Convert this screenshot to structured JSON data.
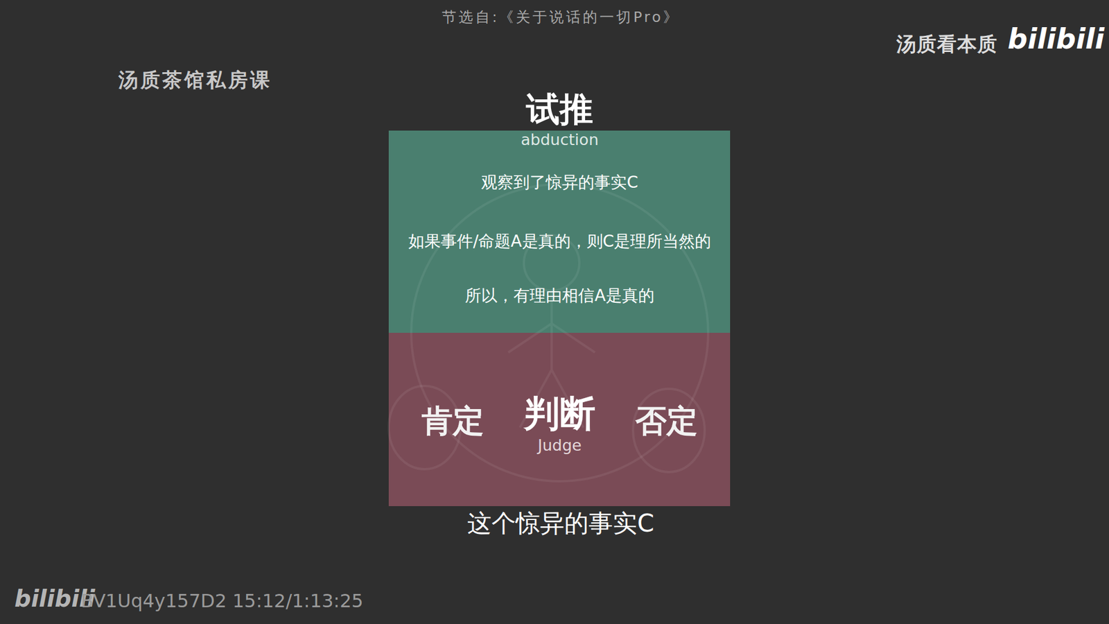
{
  "diagram": {
    "nodes": [
      {
        "text": [
          "试推",
          "abduction",
          "观察到了惊异的事实C",
          "如果事件/命题A是真的，则C是理所当然的",
          "所以，有理由相信A是真的"
        ]
      },
      {
        "text": [
          "肯定",
          "判断",
          "Judge",
          "否定"
        ]
      }
    ],
    "labels": [
      "节选自:《关于说话的一切Pro》",
      "汤质看本质",
      "bilibili",
      "汤质茶馆私房课",
      "这个惊异的事实C",
      "bilibili",
      "BV1Uq4y157D2 15:12/1:13:25"
    ]
  }
}
